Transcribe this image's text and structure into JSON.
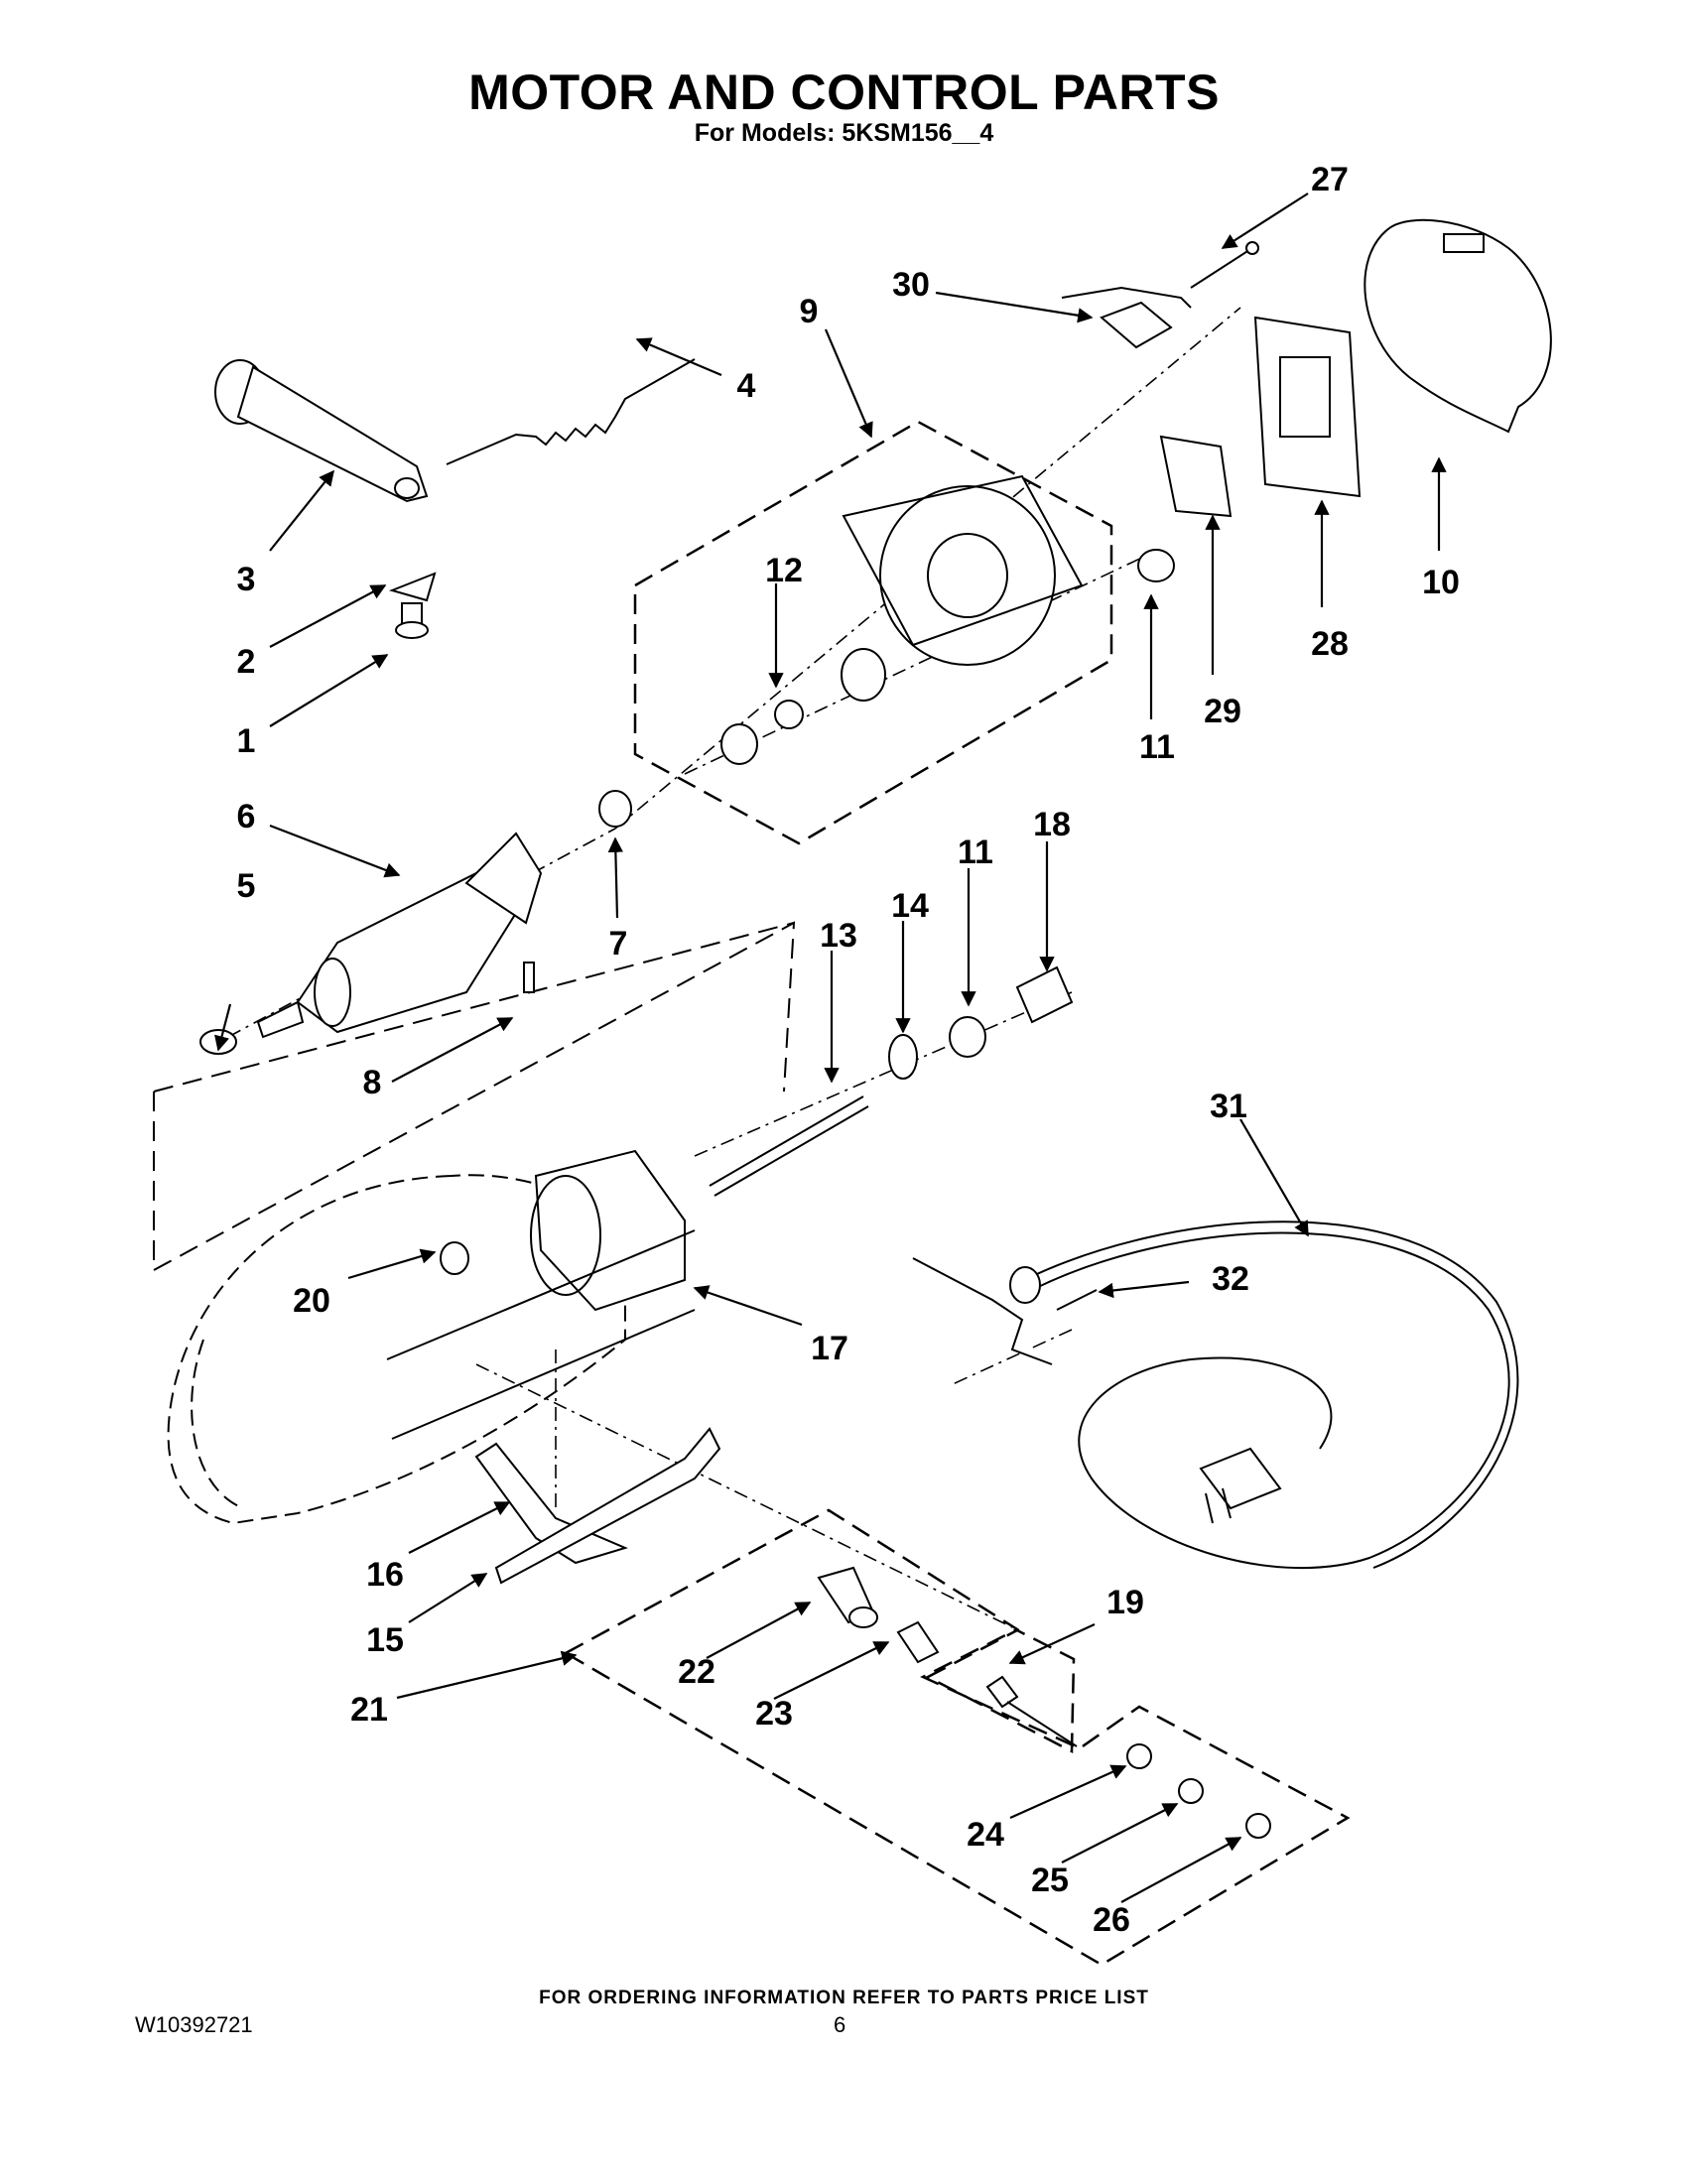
{
  "header": {
    "title": "MOTOR AND CONTROL PARTS",
    "subtitle": "For Models: 5KSM156__4"
  },
  "callouts": [
    "1",
    "2",
    "3",
    "4",
    "5",
    "6",
    "7",
    "8",
    "9",
    "10",
    "11",
    "11",
    "12",
    "13",
    "14",
    "16",
    "15",
    "17",
    "18",
    "19",
    "20",
    "21",
    "22",
    "23",
    "24",
    "25",
    "26",
    "27",
    "28",
    "29",
    "30",
    "31",
    "32"
  ],
  "footer": {
    "ordering_note": "FOR ORDERING INFORMATION REFER TO PARTS PRICE LIST",
    "document_number": "W10392721",
    "page_number": "6"
  }
}
